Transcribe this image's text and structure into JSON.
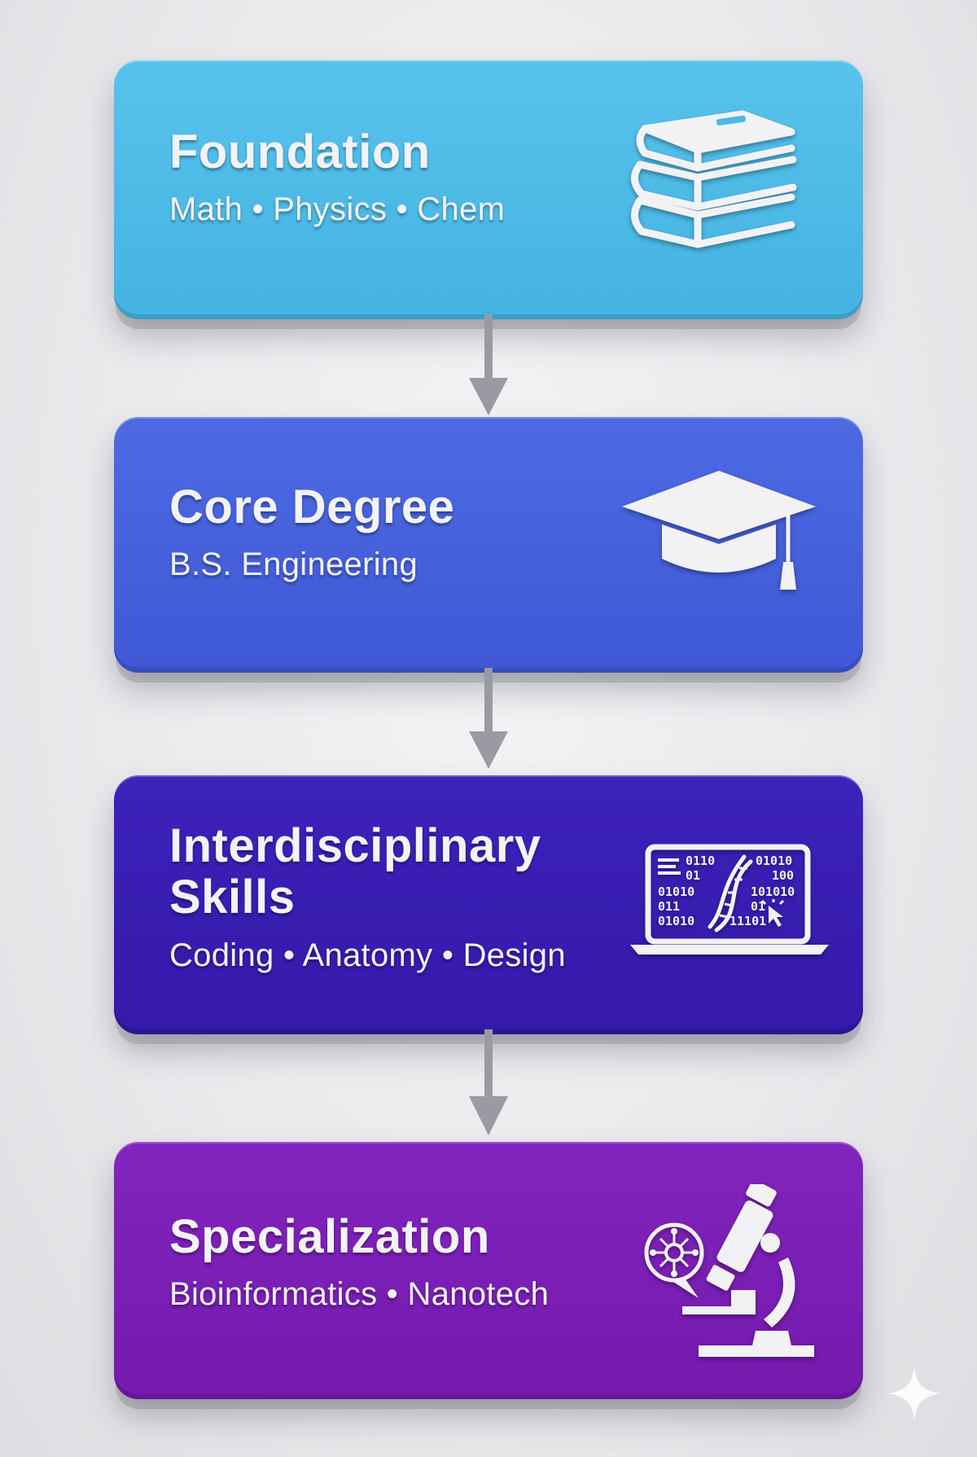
{
  "steps": [
    {
      "title": "Foundation",
      "subtitle": "Math • Physics • Chem",
      "icon": "books-stack-icon",
      "color": "#4ab9e6"
    },
    {
      "title": "Core Degree",
      "subtitle": "B.S. Engineering",
      "icon": "graduation-cap-icon",
      "color": "#4560dc"
    },
    {
      "title": "Interdisciplinary Skills",
      "title_line1": "Interdisciplinary",
      "title_line2": "Skills",
      "subtitle": "Coding • Anatomy • Design",
      "icon": "laptop-dna-binary-icon",
      "color": "#3a1fb4",
      "icon_text": {
        "row1a": "0110",
        "row1b": "01010",
        "row2a": "01",
        "row2b": "100",
        "row3a": "01010",
        "row3b": "101010",
        "row4a": "011",
        "row4b": "01",
        "row5a": "01010",
        "row5b": "11101"
      }
    },
    {
      "title": "Specialization",
      "subtitle": "Bioinformatics • Nanotech",
      "icon": "microscope-icon",
      "color": "#7a1fb6"
    }
  ],
  "connector_icon": "arrow-down-icon",
  "corner_mark_icon": "sparkle-icon"
}
